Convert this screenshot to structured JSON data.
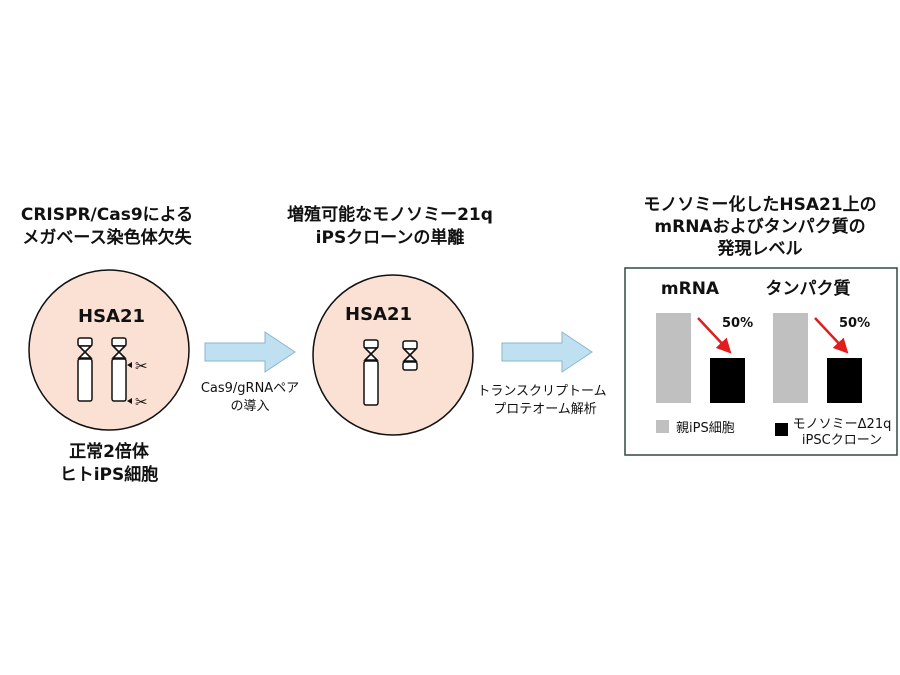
{
  "step1": {
    "title_lines": [
      "CRISPR/Cas9による",
      "メガベース染色体欠失"
    ],
    "chromosome_label": "HSA21",
    "cell_label_lines": [
      "正常2倍体",
      "ヒトiPS細胞"
    ]
  },
  "arrow1": {
    "label_lines": [
      "Cas9/gRNAペア",
      "の導入"
    ]
  },
  "step2": {
    "title_lines": [
      "増殖可能なモノソミー21q",
      "iPSクローンの単離"
    ],
    "chromosome_label": "HSA21"
  },
  "arrow2": {
    "label_lines": [
      "トランスクリプトーム",
      "プロテオーム解析"
    ]
  },
  "step3": {
    "title_lines": [
      "モノソミー化したHSA21上の",
      "mRNAおよびタンパク質の",
      "発現レベル"
    ]
  },
  "chart_data": {
    "type": "bar",
    "categories": [
      "mRNA",
      "タンパク質"
    ],
    "series": [
      {
        "name": "親iPS細胞",
        "values": [
          100,
          100
        ],
        "color": "#c0c0c0"
      },
      {
        "name": "モノソミーΔ21q iPSCクローン",
        "values": [
          50,
          50
        ],
        "color": "#000000"
      }
    ],
    "annotations": [
      "50%",
      "50%"
    ],
    "legend": [
      {
        "label_lines": [
          "親iPS細胞"
        ]
      },
      {
        "label_lines": [
          "モノソミーΔ21q",
          "iPSCクローン"
        ]
      }
    ],
    "ylim": [
      0,
      100
    ]
  },
  "colors": {
    "cell": "#fbe1d3",
    "arrow": "#bfe0f0",
    "decrease_arrow": "#e01e1e"
  }
}
